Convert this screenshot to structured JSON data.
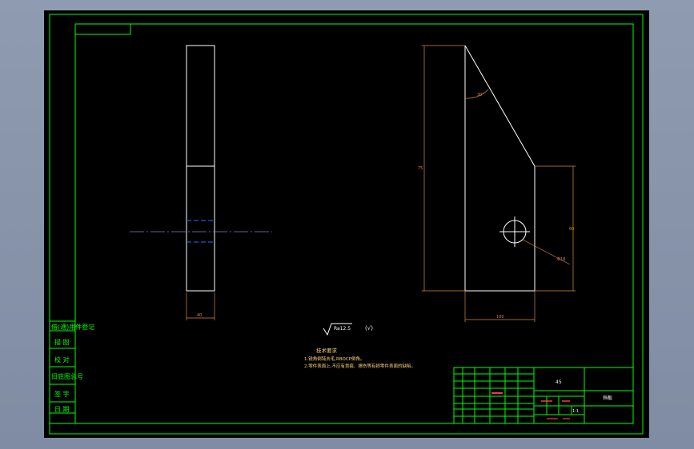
{
  "colors": {
    "paper": "#000000",
    "frame": "#00ff00",
    "outline": "#ffffff",
    "dimension": "#d7894a",
    "hidden": "#3a66ff",
    "red": "#ff3b3b",
    "note": "#ffd37a"
  },
  "left_panel": {
    "rows": [
      {
        "label": "借(通)用件登记"
      },
      {
        "label": "描 图"
      },
      {
        "label": "校 对"
      },
      {
        "label": "旧底图总号"
      },
      {
        "label": "签 字"
      },
      {
        "label": "日 期"
      }
    ]
  },
  "surface_finish": {
    "value": "Ra12.5",
    "general": "(√)"
  },
  "notes": {
    "title": "技术要求",
    "lines": [
      "1.锐角倒钝去毛,RBOCP倒角。",
      "2.零件表面上,不应有划痕、擦伤等有损零件表面的缺陷。"
    ]
  },
  "dimensions": {
    "thickness": "40",
    "height": "75",
    "lower_height": "60",
    "width": "100",
    "angle": "30°",
    "hole": "Φ18"
  },
  "title_block": {
    "material": "45",
    "part_name": "挡板",
    "scale": "1:1"
  }
}
